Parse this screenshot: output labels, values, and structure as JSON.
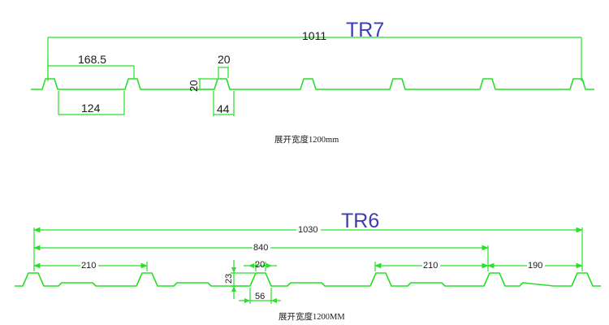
{
  "tr7": {
    "title": "TR7",
    "overall": "1011",
    "pitch": "168.5",
    "bottom": "124",
    "top_width": "20",
    "height": "20",
    "base_width": "44",
    "caption": "展开宽度1200mm"
  },
  "tr6": {
    "title": "TR6",
    "overall": "1030",
    "span": "840",
    "pitch_left": "210",
    "top_width": "20",
    "height": "23",
    "base_width": "56",
    "pitch_right": "210",
    "edge": "190",
    "caption": "展开宽度1200MM"
  }
}
